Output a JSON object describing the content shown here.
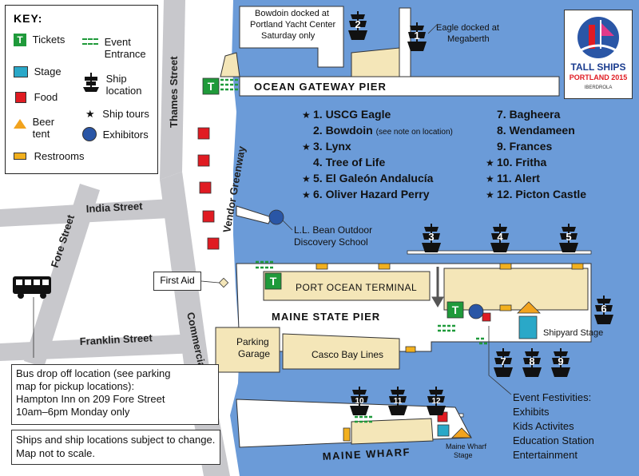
{
  "key": {
    "title": "KEY:",
    "items": {
      "tickets": "Tickets",
      "event_entrance": "Event Entrance",
      "stage": "Stage",
      "ship_location": "Ship location",
      "food": "Food",
      "ship_tours": "Ship tours",
      "beer_tent": "Beer tent",
      "exhibitors": "Exhibitors",
      "restrooms": "Restrooms"
    }
  },
  "logo": {
    "title": "TALL SHIPS",
    "subtitle": "PORTLAND 2015",
    "sponsor": "IBERDROLA"
  },
  "streets": {
    "thames": "Thames Street",
    "india": "India Street",
    "fore": "Fore Street",
    "franklin": "Franklin Street",
    "commercial": "Commercial Street",
    "vendor_greenway": "Vendor Greenway"
  },
  "places": {
    "ocean_gateway": "OCEAN GATEWAY PIER",
    "maine_state_pier": "MAINE STATE PIER",
    "maine_wharf": "MAINE WHARF",
    "port_ocean_terminal": "PORT OCEAN TERMINAL",
    "parking_garage": [
      "Parking",
      "Garage"
    ],
    "casco_bay_lines": "Casco Bay Lines",
    "first_aid": "First Aid",
    "shipyard_stage": "Shipyard Stage",
    "maine_wharf_stage": [
      "Maine Wharf",
      "Stage"
    ],
    "ll_bean": [
      "L.L. Bean Outdoor",
      "Discovery School"
    ],
    "bowdoin_note": [
      "Bowdoin docked at",
      "Portland Yacht Center",
      "Saturday only"
    ],
    "eagle_note": [
      "Eagle docked at",
      "Megaberth"
    ],
    "event_festivities": [
      "Event Festivities:",
      "Exhibits",
      "Kids Activites",
      "Education Station",
      "Entertainment"
    ]
  },
  "ships_left": [
    {
      "tour": true,
      "label": "1. USCG Eagle"
    },
    {
      "tour": false,
      "label": "2. Bowdoin",
      "note": "(see note on location)"
    },
    {
      "tour": true,
      "label": "3. Lynx"
    },
    {
      "tour": false,
      "label": "4. Tree of Life"
    },
    {
      "tour": true,
      "label": "5. El Galeón Andalucía"
    },
    {
      "tour": true,
      "label": "6. Oliver Hazard Perry"
    }
  ],
  "ships_right": [
    {
      "tour": false,
      "label": "7. Bagheera"
    },
    {
      "tour": false,
      "label": "8. Wendameen"
    },
    {
      "tour": false,
      "label": "9. Frances"
    },
    {
      "tour": true,
      "label": "10. Fritha"
    },
    {
      "tour": true,
      "label": "11. Alert"
    },
    {
      "tour": true,
      "label": "12. Picton Castle"
    }
  ],
  "ship_markers": [
    "1",
    "2",
    "3",
    "4",
    "5",
    "6",
    "7",
    "8",
    "9",
    "10",
    "11",
    "12"
  ],
  "ticket_glyph": "T",
  "tour_glyph": "★",
  "bus_note": [
    "Bus drop off location (see parking",
    "map for pickup locations):",
    "Hampton Inn on 209 Fore Street",
    "10am–6pm Monday only"
  ],
  "disclaimer": [
    "Ships and ship locations subject to change.",
    "Map not to scale."
  ],
  "colors": {
    "water": "#6b9bd8",
    "land": "#f4e6b8",
    "street": "#c8c8cc",
    "ticket": "#1f9a3a",
    "food": "#e01b22",
    "stage": "#2aa8c8",
    "exhibitor": "#2a56a6",
    "restroom": "#f2b01e",
    "beer": "#f2a31e"
  }
}
